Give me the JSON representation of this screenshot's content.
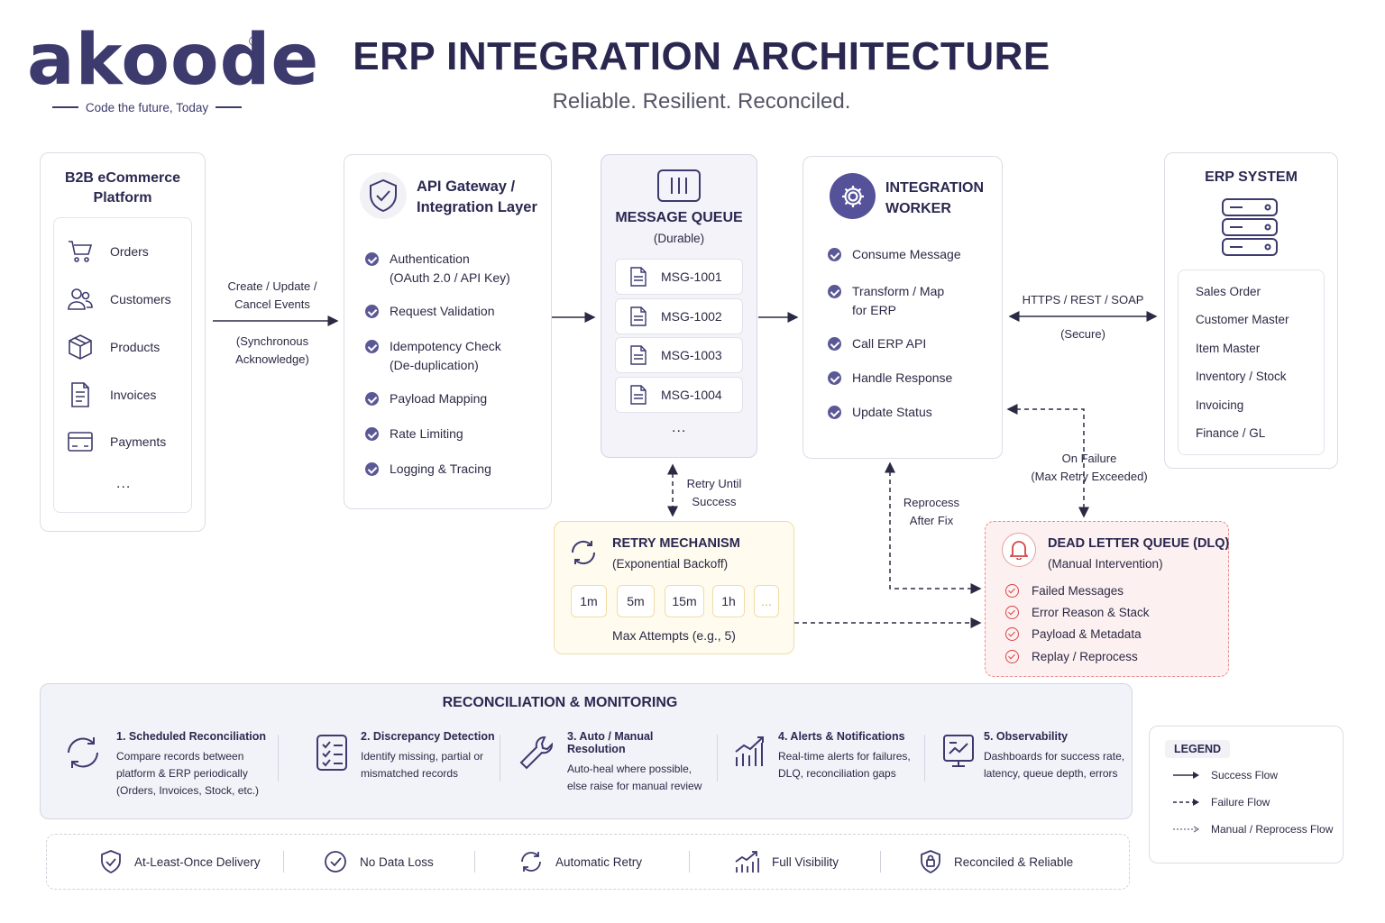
{
  "brand": {
    "name": "akoode",
    "registered": "®",
    "tagline": "Code the future, Today"
  },
  "header": {
    "title": "ERP INTEGRATION ARCHITECTURE",
    "subtitle": "Reliable. Resilient. Reconciled."
  },
  "ecommerce": {
    "title_line1": "B2B eCommerce",
    "title_line2": "Platform",
    "items": [
      "Orders",
      "Customers",
      "Products",
      "Invoices",
      "Payments"
    ],
    "more": "..."
  },
  "flow_in": {
    "line1": "Create / Update /",
    "line2": "Cancel Events",
    "line3": "(Synchronous",
    "line4": "Acknowledge)"
  },
  "gateway": {
    "title_line1": "API Gateway /",
    "title_line2": "Integration Layer",
    "items": [
      {
        "l1": "Authentication",
        "l2": "(OAuth 2.0 / API Key)"
      },
      {
        "l1": "Request Validation",
        "l2": ""
      },
      {
        "l1": "Idempotency Check",
        "l2": "(De-duplication)"
      },
      {
        "l1": "Payload Mapping",
        "l2": ""
      },
      {
        "l1": "Rate Limiting",
        "l2": ""
      },
      {
        "l1": "Logging & Tracing",
        "l2": ""
      }
    ]
  },
  "queue": {
    "title": "MESSAGE QUEUE",
    "subtitle": "(Durable)",
    "messages": [
      "MSG-1001",
      "MSG-1002",
      "MSG-1003",
      "MSG-1004"
    ],
    "more": "..."
  },
  "worker": {
    "title_line1": "INTEGRATION",
    "title_line2": "WORKER",
    "items": [
      {
        "l1": "Consume Message",
        "l2": ""
      },
      {
        "l1": "Transform / Map",
        "l2": "for ERP"
      },
      {
        "l1": "Call ERP API",
        "l2": ""
      },
      {
        "l1": "Handle Response",
        "l2": ""
      },
      {
        "l1": "Update Status",
        "l2": ""
      }
    ]
  },
  "erp_link": {
    "protocol": "HTTPS / REST / SOAP",
    "note": "(Secure)"
  },
  "erp": {
    "title": "ERP SYSTEM",
    "items": [
      "Sales Order",
      "Customer Master",
      "Item Master",
      "Inventory / Stock",
      "Invoicing",
      "Finance / GL"
    ]
  },
  "failure": {
    "line1": "On Failure",
    "line2": "(Max Retry Exceeded)"
  },
  "reprocess": {
    "line1": "Reprocess",
    "line2": "After Fix"
  },
  "retry_link": {
    "line1": "Retry Until",
    "line2": "Success"
  },
  "retry": {
    "title": "RETRY MECHANISM",
    "subtitle": "(Exponential Backoff)",
    "intervals": [
      "1m",
      "5m",
      "15m",
      "1h",
      "..."
    ],
    "footer": "Max Attempts (e.g., 5)"
  },
  "dlq": {
    "title": "DEAD LETTER QUEUE (DLQ)",
    "subtitle": "(Manual Intervention)",
    "items": [
      "Failed Messages",
      "Error Reason & Stack",
      "Payload & Metadata",
      "Replay / Reprocess"
    ]
  },
  "reconciliation": {
    "title": "RECONCILIATION & MONITORING",
    "steps": [
      {
        "title": "1. Scheduled Reconciliation",
        "l1": "Compare records between",
        "l2": "platform & ERP periodically",
        "l3": "(Orders, Invoices, Stock, etc.)"
      },
      {
        "title": "2. Discrepancy Detection",
        "l1": "Identify missing, partial or",
        "l2": "mismatched records",
        "l3": ""
      },
      {
        "title": "3. Auto / Manual Resolution",
        "l1": "Auto-heal where possible,",
        "l2": "else raise for manual review",
        "l3": ""
      },
      {
        "title": "4. Alerts & Notifications",
        "l1": "Real-time alerts for failures,",
        "l2": "DLQ, reconciliation gaps",
        "l3": ""
      },
      {
        "title": "5. Observability",
        "l1": "Dashboards for success rate,",
        "l2": "latency, queue depth, errors",
        "l3": ""
      }
    ]
  },
  "guarantees": [
    "At-Least-Once Delivery",
    "No Data Loss",
    "Automatic Retry",
    "Full Visibility",
    "Reconciled & Reliable"
  ],
  "legend": {
    "title": "LEGEND",
    "items": [
      "Success Flow",
      "Failure Flow",
      "Manual / Reprocess Flow"
    ]
  },
  "colors": {
    "primary": "#2a2850",
    "accent": "#5b5896",
    "retry_bg": "#fffbef",
    "dlq_border": "#e98d8d",
    "dlq_icon": "#d64545"
  }
}
